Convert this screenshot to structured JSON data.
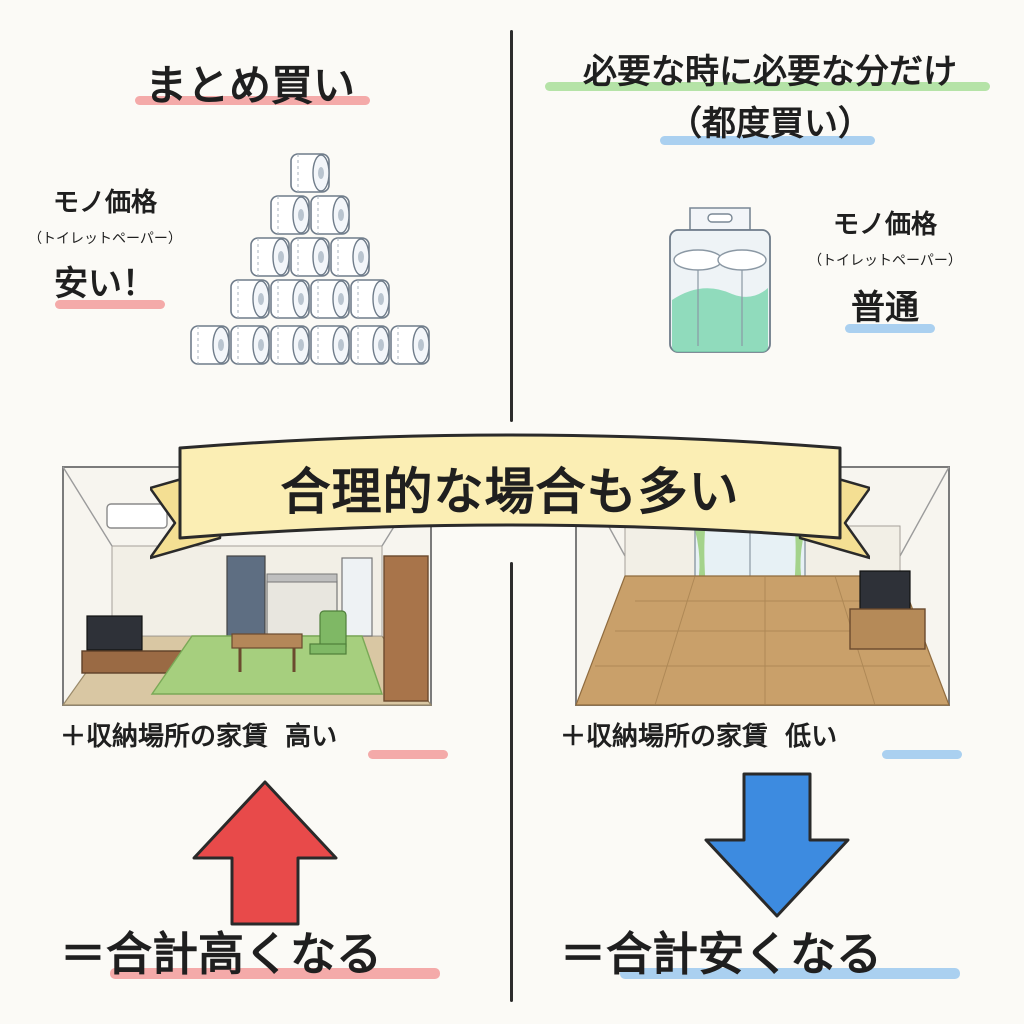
{
  "left": {
    "title": "まとめ買い",
    "price_label": "モノ価格",
    "price_sub": "（トイレットペーパー）",
    "price_value": "安い！",
    "rent_prefix": "＋収納場所の家賃",
    "rent_value": "高い",
    "result": "＝合計高くなる"
  },
  "right": {
    "title_line1": "必要な時に必要な分だけ",
    "title_line2": "（都度買い）",
    "price_label": "モノ価格",
    "price_sub": "（トイレットペーパー）",
    "price_value": "普通",
    "rent_prefix": "＋収納場所の家賃",
    "rent_value": "低い",
    "result": "＝合計安くなる"
  },
  "banner": {
    "text": "合理的な場合も多い"
  },
  "colors": {
    "arrow_up": "#e84a4a",
    "arrow_down": "#3d8be0",
    "banner_fill": "#fbeeb4",
    "highlight_red": "#f28f8f",
    "highlight_green": "#9ddb8c",
    "highlight_blue": "#8fc2ee",
    "floor_wood": "#c9a06a",
    "rug_green": "#a6cf7e"
  },
  "icons": {
    "left_illustration": "toilet-paper-pyramid",
    "right_illustration": "toilet-paper-pack",
    "left_room": "furnished-apartment-room",
    "right_room": "empty-apartment-room",
    "left_arrow": "arrow-up",
    "right_arrow": "arrow-down"
  }
}
